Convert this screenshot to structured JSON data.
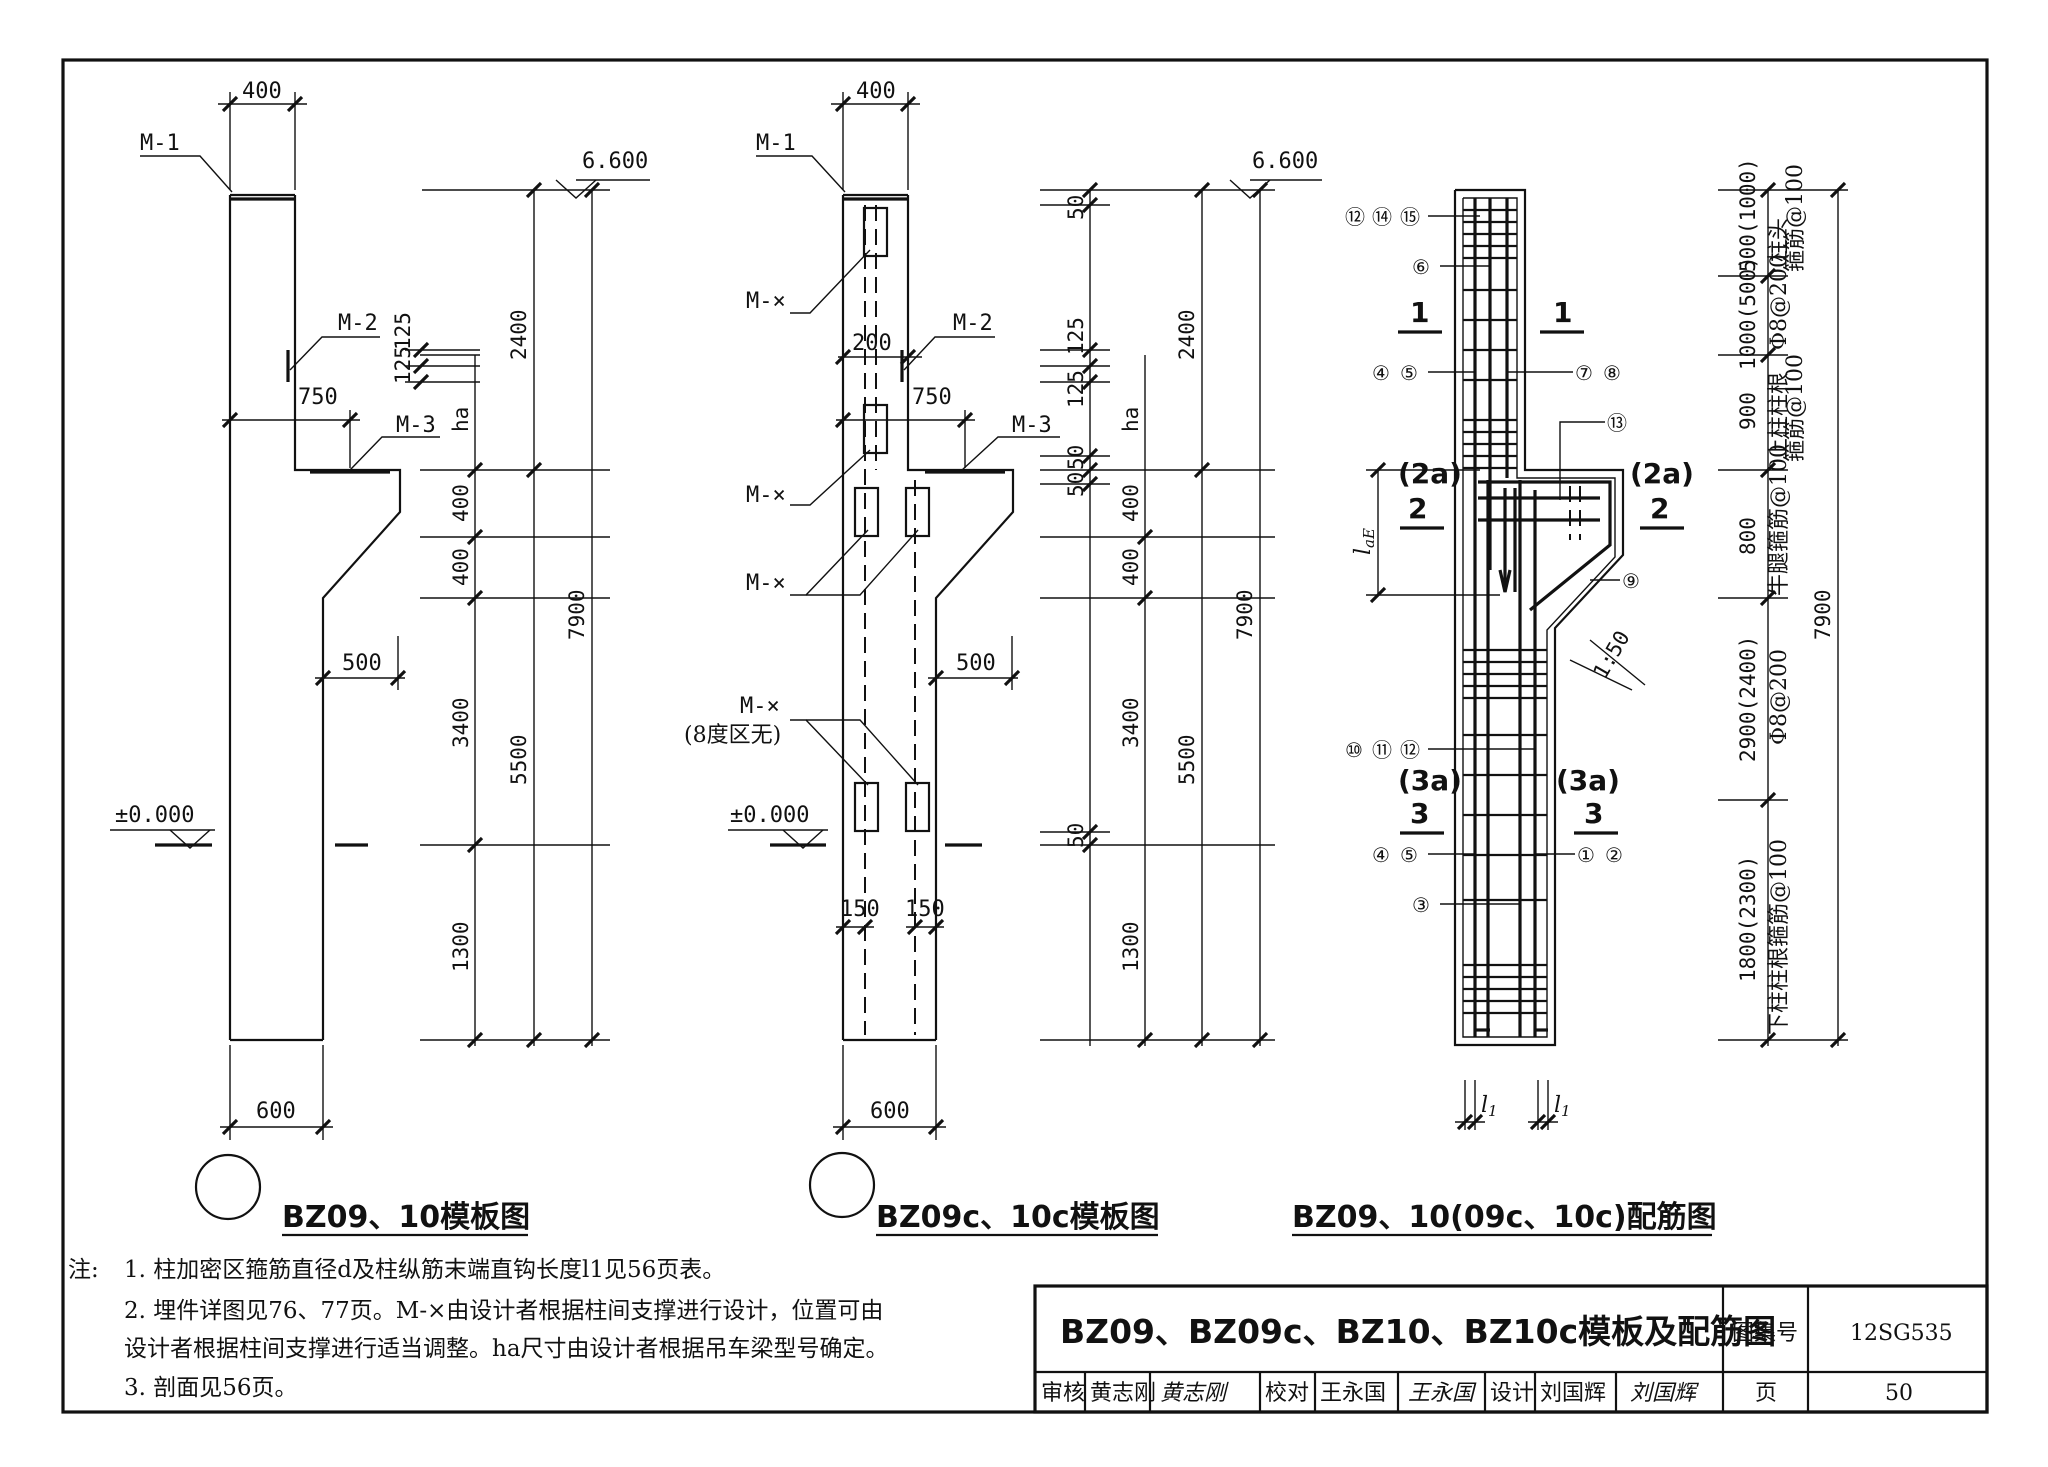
{
  "panels": {
    "left": {
      "caption": "BZ09、10模板图",
      "top_width": "400",
      "bottom_width": "600",
      "corbel_width": "750",
      "lower_width": "500",
      "elev_top": "6.600",
      "elev_zero": "±0.000",
      "plates": [
        "M-1",
        "M-2",
        "M-3"
      ],
      "dims_inner": [
        "125",
        "125",
        "ha",
        "400",
        "400",
        "3400",
        "1300"
      ],
      "dims_outer": [
        "2400",
        "5500",
        "7900"
      ]
    },
    "middle": {
      "caption": "BZ09c、10c模板图",
      "top_width": "400",
      "bottom_width": "600",
      "corbel_width": "750",
      "lower_width": "500",
      "offset_200": "200",
      "offset_150a": "150",
      "offset_150b": "150",
      "elev_top": "6.600",
      "elev_zero": "±0.000",
      "plates": [
        "M-1",
        "M-2",
        "M-3"
      ],
      "mx": "M-×",
      "mx_note": "(8度区无)",
      "dims_inner": [
        "50",
        "125",
        "125",
        "ha",
        "50",
        "50",
        "400",
        "400",
        "3400",
        "50",
        "1300"
      ],
      "dims_outer": [
        "2400",
        "5500",
        "7900"
      ]
    },
    "right": {
      "caption": "BZ09、10(09c、10c)配筋图",
      "bars": {
        "b121415": [
          "⑫",
          "⑭",
          "⑮"
        ],
        "b6": "⑥",
        "b45a": [
          "④",
          "⑤"
        ],
        "b78": [
          "⑦",
          "⑧"
        ],
        "b13": "⑬",
        "b9": "⑨",
        "b101112": [
          "⑩",
          "⑪",
          "⑫"
        ],
        "b45b": [
          "④",
          "⑤"
        ],
        "b12": [
          "①",
          "②"
        ],
        "b3": "③"
      },
      "sections": {
        "s1": "1",
        "s2": "2",
        "s2a": "(2a)",
        "s3": "3",
        "s3a": "(3a)"
      },
      "lae": "l",
      "lae_sub": "aE",
      "l1": "l",
      "l1_sub": "1",
      "slope": "1:50",
      "stirrup_dims": [
        "500(1000)",
        "1000(500)",
        "900",
        "800",
        "2900(2400)",
        "1800(2300)"
      ],
      "stirrup_notes": [
        "柱头",
        "箍筋@100",
        "Φ8@200",
        "上柱柱根",
        "箍筋@100",
        "牛腿箍筋@100",
        "Φ8@200",
        "下柱柱根箍筋@100"
      ],
      "total": "7900"
    }
  },
  "notes": {
    "label": "注:",
    "items": [
      "1. 柱加密区箍筋直径d及柱纵筋末端直钩长度l1见56页表。",
      "2. 埋件详图见76、77页。M-×由设计者根据柱间支撑进行设计，位置可由",
      "设计者根据柱间支撑进行适当调整。ha尺寸由设计者根据吊车梁型号确定。",
      "3. 剖面见56页。"
    ]
  },
  "title_block": {
    "title": "BZ09、BZ09c、BZ10、BZ10c模板及配筋图",
    "atlas_label": "图集号",
    "atlas_no": "12SG535",
    "review_label": "审核",
    "reviewer": "黄志刚",
    "reviewer_sig": "黄志刚",
    "check_label": "校对",
    "checker": "王永国",
    "checker_sig": "王永国",
    "design_label": "设计",
    "designer": "刘国辉",
    "designer_sig": "刘国辉",
    "page_label": "页",
    "page_no": "50"
  }
}
